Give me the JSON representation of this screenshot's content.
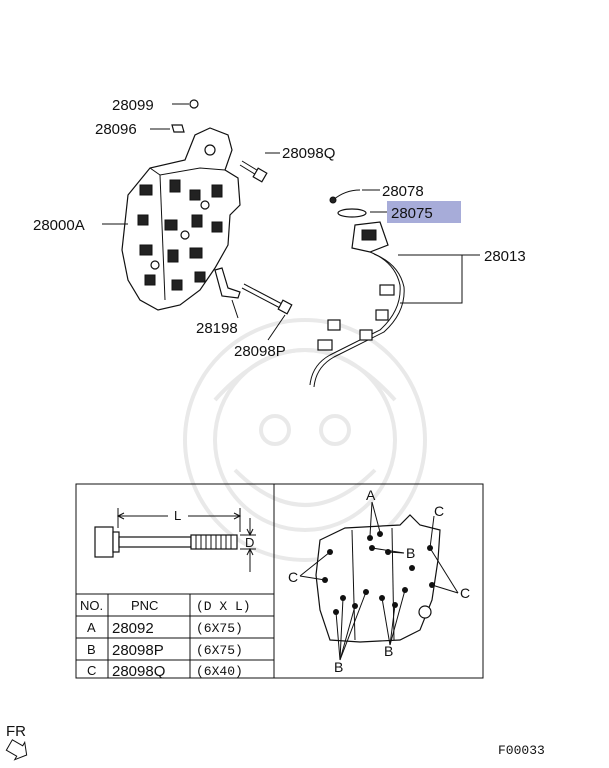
{
  "diagram": {
    "code": "F00033",
    "fr_label": "FR",
    "parts": [
      {
        "pnc": "28099"
      },
      {
        "pnc": "28096"
      },
      {
        "pnc": "28098Q"
      },
      {
        "pnc": "28000A"
      },
      {
        "pnc": "28078"
      },
      {
        "pnc": "28075",
        "highlighted": true
      },
      {
        "pnc": "28013"
      },
      {
        "pnc": "28198"
      },
      {
        "pnc": "28098P"
      }
    ],
    "bolt_dims": {
      "length": "L",
      "diameter": "D"
    },
    "table": {
      "headers": [
        "NO.",
        "PNC",
        "(D X L)"
      ],
      "rows": [
        {
          "no": "A",
          "pnc": "28092",
          "size": "(6X75)"
        },
        {
          "no": "B",
          "pnc": "28098P",
          "size": "(6X75)"
        },
        {
          "no": "C",
          "pnc": "28098Q",
          "size": "(6X40)"
        }
      ]
    },
    "location_callouts": [
      "A",
      "B",
      "C"
    ],
    "highlight_color": "#a7acd9"
  }
}
